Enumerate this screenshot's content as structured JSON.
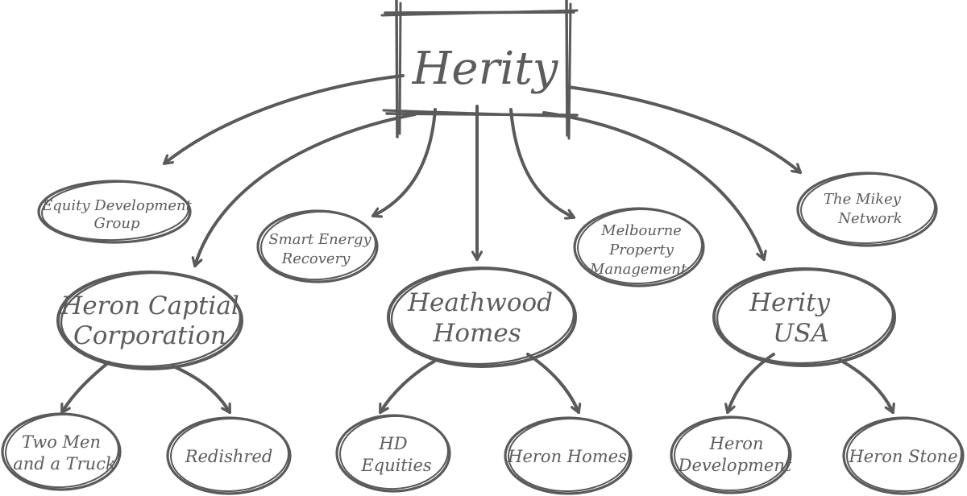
{
  "nodes": {
    "herity": {
      "line1": "Herity"
    },
    "equity_development_group": {
      "line1": "Equity Development",
      "line2": "Group"
    },
    "smart_energy_recovery": {
      "line1": "Smart Energy",
      "line2": "Recovery"
    },
    "melbourne_property_management": {
      "line1": "Melbourne",
      "line2": "Property",
      "line3": "Management"
    },
    "the_mikey_network": {
      "line1": "The Mikey",
      "line2": "Network"
    },
    "heron_captial_corporation": {
      "line1": "Heron Captial",
      "line2": "Corporation"
    },
    "heathwood_homes": {
      "line1": "Heathwood",
      "line2": "Homes"
    },
    "herity_usa": {
      "line1": "Herity",
      "line2": "USA"
    },
    "two_men_and_a_truck": {
      "line1": "Two Men",
      "line2": "and a Truck"
    },
    "redishred": {
      "line1": "Redishred"
    },
    "hd_equities": {
      "line1": "HD",
      "line2": "Equities"
    },
    "heron_homes": {
      "line1": "Heron Homes"
    },
    "heron_development": {
      "line1": "Heron",
      "line2": "Development"
    },
    "heron_stone": {
      "line1": "Heron Stone"
    }
  },
  "edges": [
    {
      "from": "Herity",
      "to": "Equity Development Group"
    },
    {
      "from": "Herity",
      "to": "Heron Captial Corporation"
    },
    {
      "from": "Herity",
      "to": "Smart Energy Recovery"
    },
    {
      "from": "Herity",
      "to": "Heathwood Homes"
    },
    {
      "from": "Herity",
      "to": "Melbourne Property Management"
    },
    {
      "from": "Herity",
      "to": "Herity USA"
    },
    {
      "from": "Herity",
      "to": "The Mikey Network"
    },
    {
      "from": "Heron Captial Corporation",
      "to": "Two Men and a Truck"
    },
    {
      "from": "Heron Captial Corporation",
      "to": "Redishred"
    },
    {
      "from": "Heathwood Homes",
      "to": "HD Equities"
    },
    {
      "from": "Heathwood Homes",
      "to": "Heron Homes"
    },
    {
      "from": "Herity USA",
      "to": "Heron Development"
    },
    {
      "from": "Herity USA",
      "to": "Heron Stone"
    }
  ],
  "colors": {
    "ink": "#5a5a5a",
    "text": "#5c5c5c",
    "background": "#ffffff"
  }
}
